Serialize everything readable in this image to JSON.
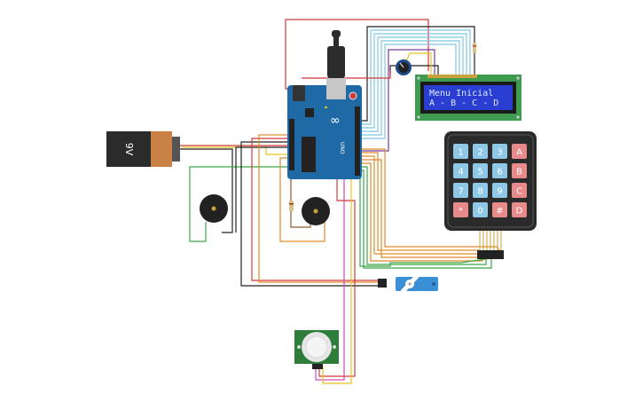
{
  "lcd": {
    "line1": "Menu Inicial",
    "line2": "A - B - C - D"
  },
  "battery": {
    "label": "9V"
  },
  "arduino": {
    "logo": "∞",
    "brand": "UNO"
  },
  "keypad": {
    "keys": [
      "1",
      "2",
      "3",
      "A",
      "4",
      "5",
      "6",
      "B",
      "7",
      "8",
      "9",
      "C",
      "*",
      "0",
      "#",
      "D"
    ]
  },
  "colors": {
    "board_blue": "#1f6aa5",
    "lcd_green": "#3e9b4f",
    "lcd_screen": "#2a3fd1",
    "keypad_body": "#2a2a2a",
    "key_number": "#8fc8e6",
    "key_letter": "#e88a8a",
    "battery_black": "#2b2b2b",
    "battery_copper": "#c98145",
    "servo_blue": "#3b8fd6",
    "pir_green": "#2f7d3a"
  }
}
